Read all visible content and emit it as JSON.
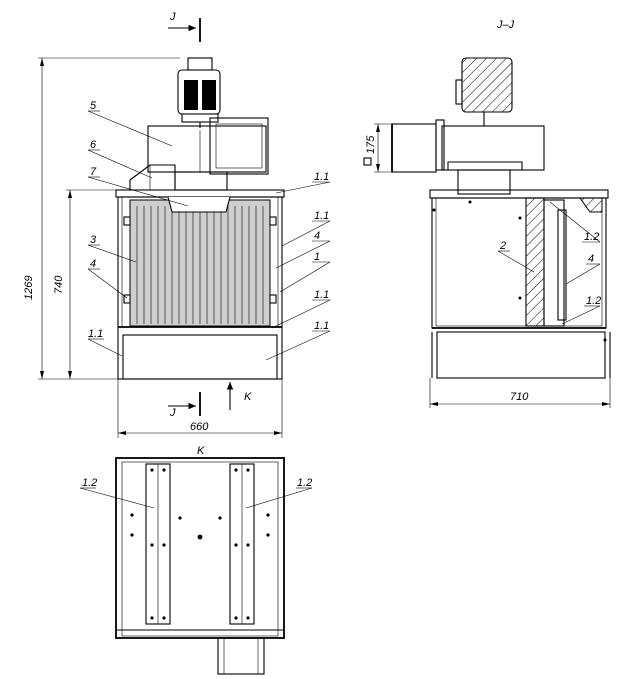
{
  "section_marks": {
    "top": "J",
    "bottom": "J",
    "view_arrow": "K",
    "section_title": "J–J",
    "view_title": "K"
  },
  "dimensions": {
    "total_height": "1269",
    "booth_height": "740",
    "front_width": "660",
    "side_width": "710",
    "duct_size": "175"
  },
  "callouts": {
    "front": [
      "5",
      "6",
      "7",
      "3",
      "4",
      "1.1",
      "1.1",
      "1.1",
      "4",
      "1",
      "1.1",
      "1.1"
    ],
    "side": [
      "2",
      "1.2",
      "4",
      "1.2"
    ],
    "bottom": [
      "1.2",
      "1.2"
    ]
  }
}
